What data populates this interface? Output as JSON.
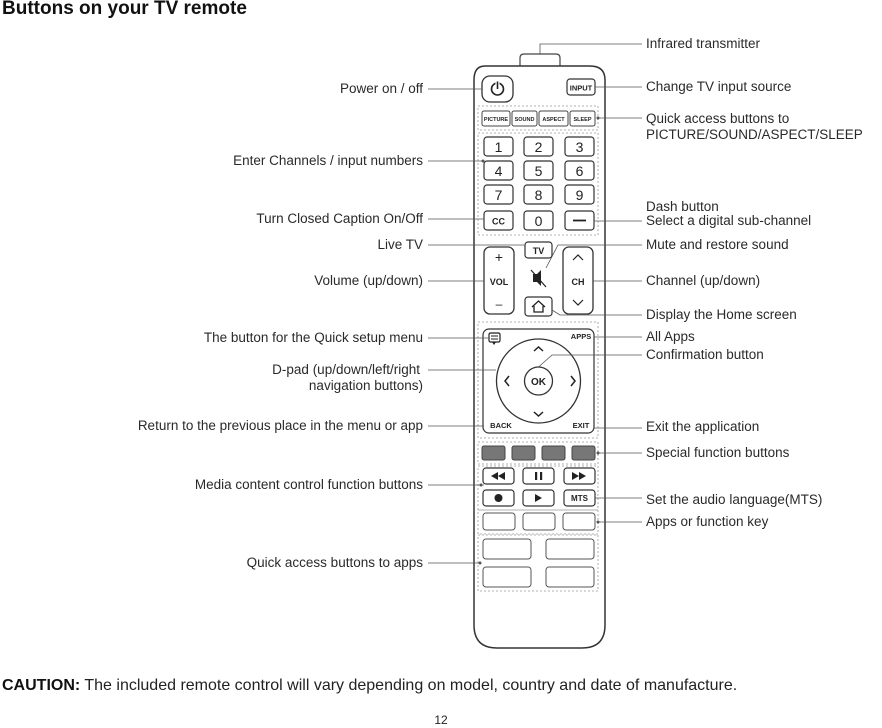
{
  "title": "Buttons on your TV remote",
  "left_labels": [
    {
      "id": "power",
      "text": "Power on / off"
    },
    {
      "id": "numbers",
      "text": "Enter Channels / input numbers"
    },
    {
      "id": "cc",
      "text": "Turn Closed Caption On/Off"
    },
    {
      "id": "livetv",
      "text": "Live TV"
    },
    {
      "id": "volume",
      "text": "Volume (up/down)"
    },
    {
      "id": "quicksetup",
      "text": "The button for the Quick setup menu"
    },
    {
      "id": "dpad1",
      "text": "D-pad (up/down/left/right"
    },
    {
      "id": "dpad2",
      "text": "navigation buttons)"
    },
    {
      "id": "back",
      "text": "Return to the previous place in the menu or app"
    },
    {
      "id": "media",
      "text": "Media content control function buttons"
    },
    {
      "id": "quickapps",
      "text": "Quick access buttons to apps"
    }
  ],
  "right_labels": [
    {
      "id": "ir",
      "text": "Infrared transmitter"
    },
    {
      "id": "input",
      "text": "Change TV input source"
    },
    {
      "id": "quickaccess1",
      "text": "Quick access buttons to"
    },
    {
      "id": "quickaccess2",
      "text": "PICTURE/SOUND/ASPECT/SLEEP"
    },
    {
      "id": "dash1",
      "text": "Dash button"
    },
    {
      "id": "dash2",
      "text": "Select a digital sub-channel"
    },
    {
      "id": "mute",
      "text": "Mute and restore sound"
    },
    {
      "id": "channel",
      "text": "Channel (up/down)"
    },
    {
      "id": "home",
      "text": "Display the Home screen"
    },
    {
      "id": "apps",
      "text": "All Apps"
    },
    {
      "id": "ok",
      "text": "Confirmation button"
    },
    {
      "id": "exit",
      "text": "Exit the application"
    },
    {
      "id": "special",
      "text": "Special function buttons"
    },
    {
      "id": "mts",
      "text": "Set the audio language(MTS)"
    },
    {
      "id": "appkey",
      "text": "Apps or function key"
    }
  ],
  "remote_buttons": {
    "input": "INPUT",
    "picture": "PICTURE",
    "sound": "SOUND",
    "aspect": "ASPECT",
    "sleep": "SLEEP",
    "digits": [
      "1",
      "2",
      "3",
      "4",
      "5",
      "6",
      "7",
      "8",
      "9"
    ],
    "cc": "CC",
    "zero": "0",
    "tv": "TV",
    "vol": "VOL",
    "ch": "CH",
    "plus": "+",
    "minus": "–",
    "apps": "APPS",
    "ok": "OK",
    "back": "BACK",
    "exit": "EXIT",
    "mts": "MTS"
  },
  "caution_label": "CAUTION:",
  "caution_text": " The included remote control will vary depending on model, country and date of manufacture.",
  "page_number": "12"
}
